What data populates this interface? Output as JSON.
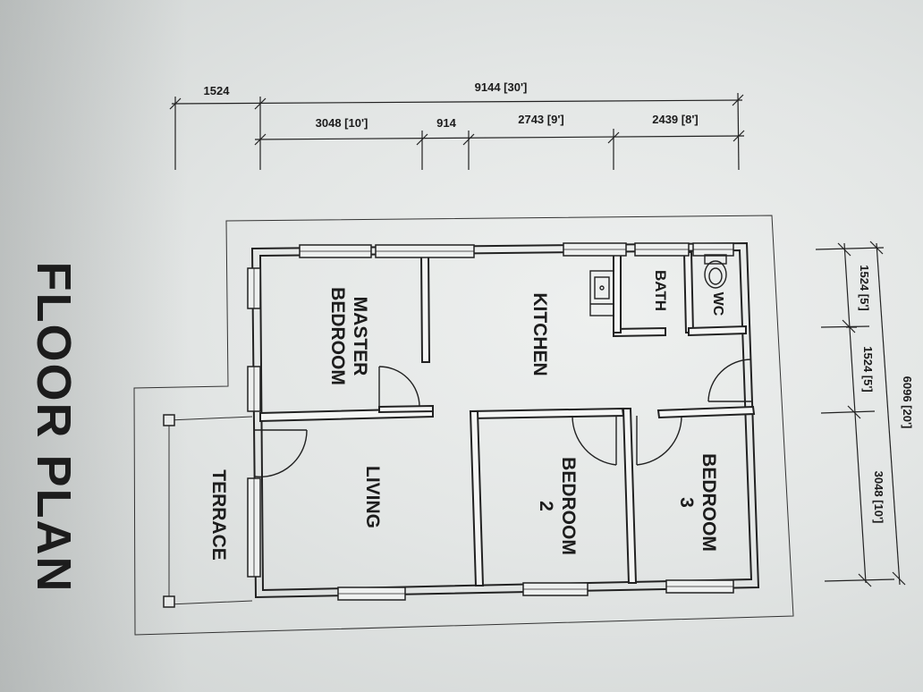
{
  "plan_title": "FLOOR PLAN",
  "rooms": {
    "master_bedroom": [
      "MASTER",
      "BEDROOM"
    ],
    "kitchen": "KITCHEN",
    "bath": "BATH",
    "wc": "WC",
    "living": "LIVING",
    "terrace": "TERRACE",
    "bedroom_2": [
      "BEDROOM",
      "2"
    ],
    "bedroom_3": [
      "BEDROOM",
      "3"
    ]
  },
  "dimensions": {
    "top_overall": "9144 [30']",
    "top_offset": "1524",
    "top_seg_1": "3048 [10']",
    "top_seg_2": "914",
    "top_seg_3": "2743 [9']",
    "top_seg_4": "2439 [8']",
    "side_overall": "6096 [20']",
    "side_seg_1": "1524 [5']",
    "side_seg_2": "1524 [5']",
    "side_seg_3": "3048 [10']"
  }
}
